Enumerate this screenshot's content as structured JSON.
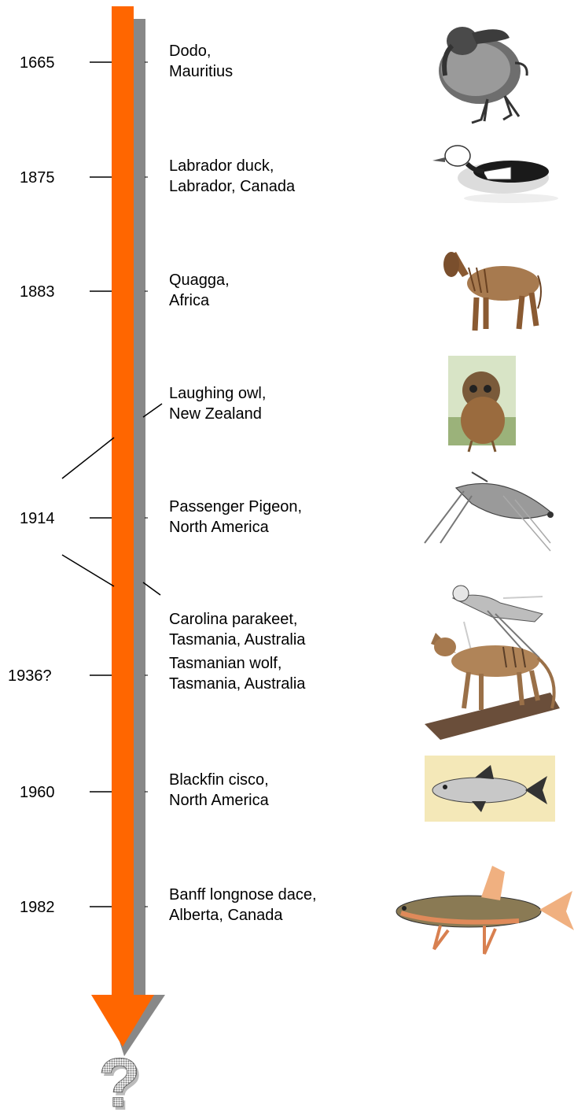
{
  "entries": [
    {
      "year": "1665",
      "line1": "Dodo,",
      "line2": "Mauritius",
      "icon": "dodo-icon"
    },
    {
      "year": "1875",
      "line1": "Labrador duck,",
      "line2": "Labrador, Canada",
      "icon": "labrador-duck-icon"
    },
    {
      "year": "1883",
      "line1": "Quagga,",
      "line2": "Africa",
      "icon": "quagga-icon"
    },
    {
      "year": "",
      "line1": "Laughing owl,",
      "line2": "New Zealand",
      "icon": "laughing-owl-icon"
    },
    {
      "year": "1914",
      "line1": "Passenger Pigeon,",
      "line2": "North America",
      "icon": "passenger-pigeon-icon"
    },
    {
      "year": "",
      "line1": "Carolina parakeet,",
      "line2": "Tasmania, Australia",
      "icon": "carolina-parakeet-icon"
    },
    {
      "year": "1936?",
      "line1": "Tasmanian wolf,",
      "line2": "Tasmania, Australia",
      "icon": "tasmanian-wolf-icon"
    },
    {
      "year": "1960",
      "line1": "Blackfin cisco,",
      "line2": "North America",
      "icon": "blackfin-cisco-icon"
    },
    {
      "year": "1982",
      "line1": "Banff longnose dace,",
      "line2": "Alberta, Canada",
      "icon": "banff-longnose-dace-icon"
    }
  ],
  "end_marker": "?",
  "colors": {
    "arrow": "#ff6600",
    "shadow": "#888888",
    "text": "#000000"
  }
}
